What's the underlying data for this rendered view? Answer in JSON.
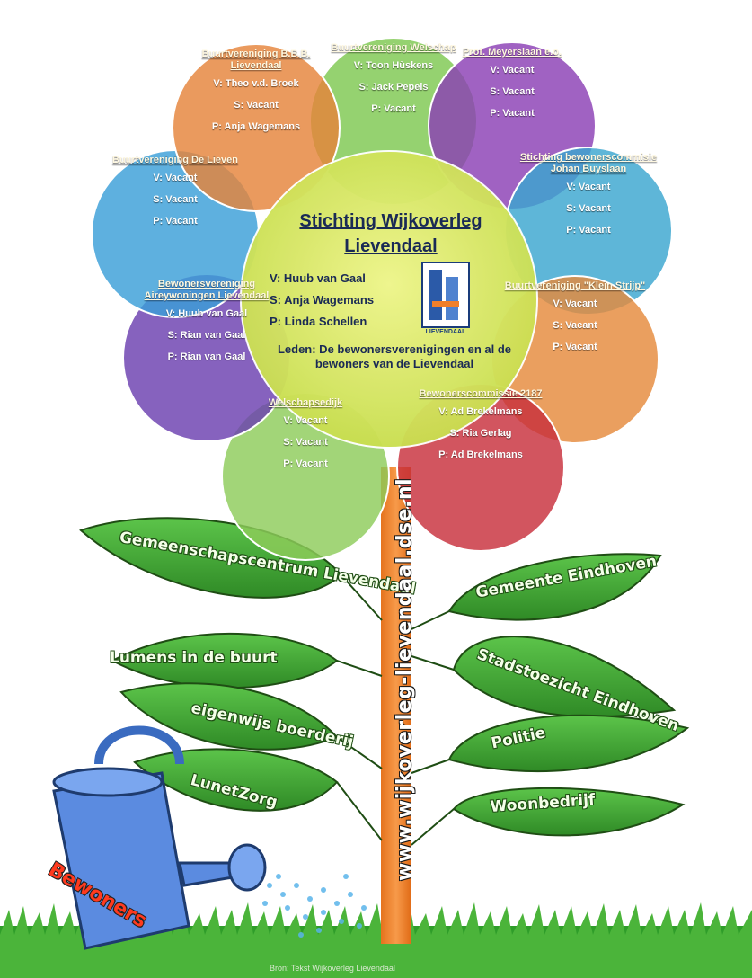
{
  "center": {
    "title_line1": "Stichting Wijkoverleg",
    "title_line2": "Lievendaal",
    "v": "V: Huub van Gaal",
    "s": "S: Anja Wagemans",
    "p": "P: Linda Schellen",
    "leden": "Leden: De bewonersverenigingen en al de bewoners van de Lievendaal",
    "logo_text": "LIEVENDAAL"
  },
  "petals": [
    {
      "title": "Buurtvereniging Welschap",
      "v": "V: Toon Hùskens",
      "s": "S: Jack Pepels",
      "p": "P: Vacant",
      "color": "#7ec850"
    },
    {
      "title": "Prof. Meyerslaan e.o.",
      "v": "V: Vacant",
      "s": "S: Vacant",
      "p": "P: Vacant",
      "color": "#8b3fb5"
    },
    {
      "title": "Stichting bewonerscommisie Johan Buyslaan",
      "v": "V: Vacant",
      "s": "S: Vacant",
      "p": "P: Vacant",
      "color": "#3aa6cf"
    },
    {
      "title": "Buurtvereniging \"Klein Strijp\"",
      "v": "V: Vacant",
      "s": "S: Vacant",
      "p": "P: Vacant",
      "color": "#e58a3c"
    },
    {
      "title": "Bewonerscommissie 2187",
      "v": "V: Ad Brekelmans",
      "s": "S: Ria Gerlag",
      "p": "P: Ad Brekelmans",
      "color": "#c8303c"
    },
    {
      "title": "Welschapsedijk",
      "v": "V: Vacant",
      "s": "S: Vacant",
      "p": "P: Vacant",
      "color": "#8dcc5a"
    },
    {
      "title": "Bewonersvereniging Aireywoningen Lievendaal",
      "v": "V: Huub van Gaal",
      "s": "S: Rian van Gaal",
      "p": "P: Rian van Gaal",
      "color": "#6b3fb0"
    },
    {
      "title": "Buurtvereniging De Lieven",
      "v": "V: Vacant",
      "s": "S: Vacant",
      "p": "P: Vacant",
      "color": "#3a9fd8"
    },
    {
      "title": "Buurtvereniging B.B.B. Lievendaal",
      "v": "V: Theo v.d. Broek",
      "s": "S: Vacant",
      "p": "P: Anja Wagemans",
      "color": "#e5843a"
    }
  ],
  "leaves": {
    "left": [
      "Gemeenschapscentrum Lievendaal",
      "Lumens in de buurt",
      "eigenwijs boerderij",
      "LunetZorg"
    ],
    "right": [
      "Gemeente Eindhoven",
      "Stadstoezicht Eindhoven",
      "Politie",
      "Woonbedrijf"
    ]
  },
  "stem_url": "www.wijkoverleg-lievendaal.dse.nl",
  "watering_can_label": "Bewoners",
  "footer": "Bron: Tekst Wijkoverleg Lievendaal",
  "colors": {
    "leaf": "#3fa535",
    "stem": "#f07f2a",
    "grass": "#2f9d2a",
    "center": "#d6e85a"
  }
}
